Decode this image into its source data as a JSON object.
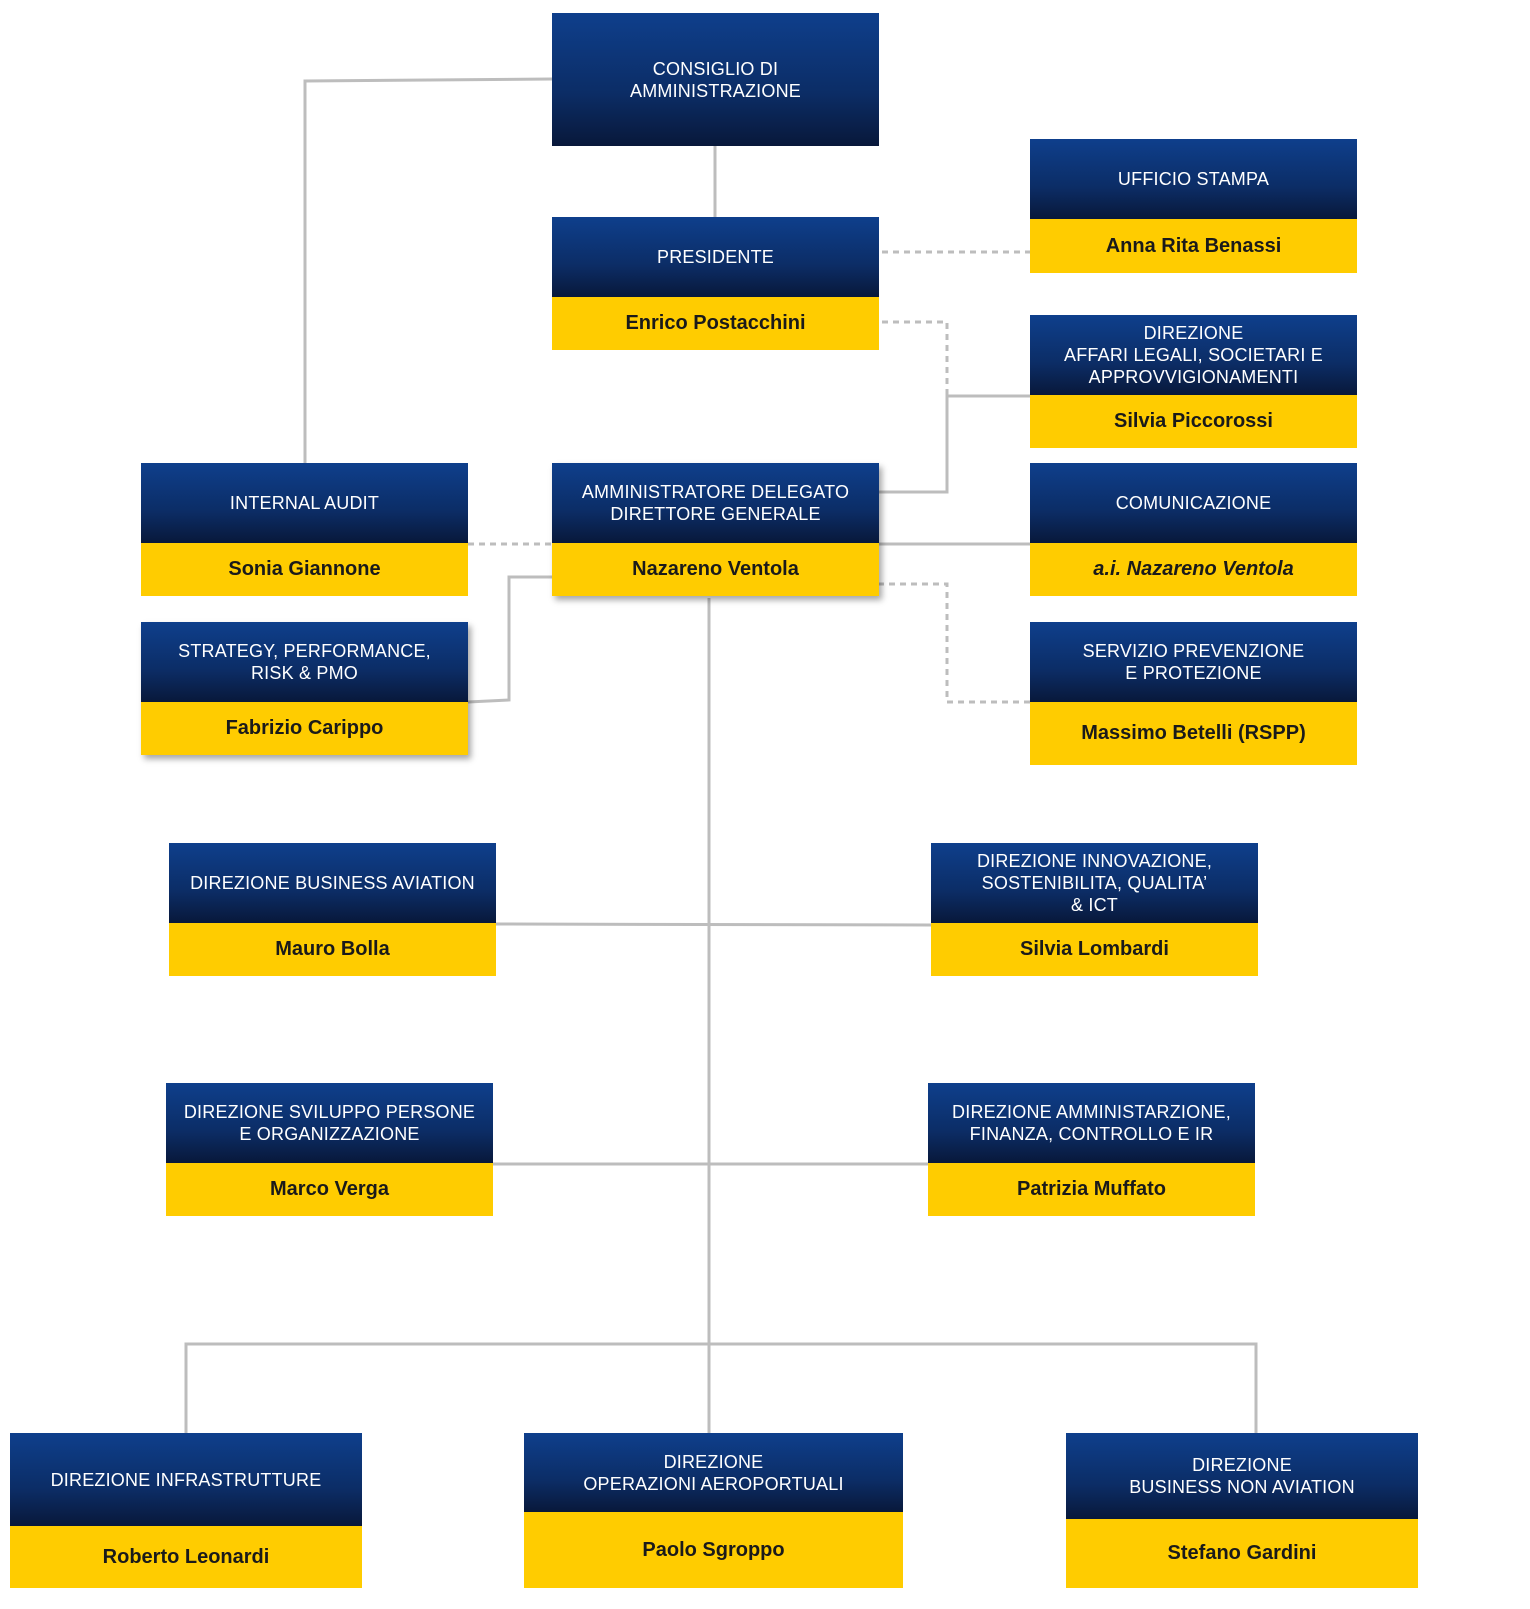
{
  "colors": {
    "title_bg": "#0c2d66",
    "name_bg": "#ffcc00",
    "line": "#bdbdbd"
  },
  "nodes": {
    "cda": {
      "title": "CONSIGLIO DI\nAMMINISTRAZIONE"
    },
    "presidente": {
      "title": "PRESIDENTE",
      "name": "Enrico Postacchini"
    },
    "ufficio_stampa": {
      "title": "UFFICIO STAMPA",
      "name": "Anna Rita Benassi"
    },
    "affari_legali": {
      "title": "DIREZIONE\nAFFARI LEGALI, SOCIETARI E\nAPPROVVIGIONAMENTI",
      "name": "Silvia Piccorossi"
    },
    "internal_audit": {
      "title": "INTERNAL AUDIT",
      "name": "Sonia Giannone"
    },
    "ad_dg": {
      "title": "AMMINISTRATORE DELEGATO\nDIRETTORE GENERALE",
      "name": "Nazareno Ventola"
    },
    "comunicazione": {
      "title": "COMUNICAZIONE",
      "name": "a.i. Nazareno Ventola"
    },
    "strategy": {
      "title": "STRATEGY, PERFORMANCE,\nRISK & PMO",
      "name": "Fabrizio Carippo"
    },
    "spp": {
      "title": "SERVIZIO PREVENZIONE\nE PROTEZIONE",
      "name": "Massimo Betelli (RSPP)"
    },
    "business_aviation": {
      "title": "DIREZIONE BUSINESS AVIATION",
      "name": "Mauro Bolla"
    },
    "innovazione": {
      "title": "DIREZIONE INNOVAZIONE,\nSOSTENIBILITA, QUALITA’\n& ICT",
      "name": "Silvia Lombardi"
    },
    "sviluppo_persone": {
      "title": "DIREZIONE SVILUPPO PERSONE\nE ORGANIZZAZIONE",
      "name": "Marco Verga"
    },
    "amministrazione": {
      "title": "DIREZIONE AMMINISTARZIONE,\nFINANZA, CONTROLLO E IR",
      "name": "Patrizia Muffato"
    },
    "infrastrutture": {
      "title": "DIREZIONE INFRASTRUTTURE",
      "name": "Roberto Leonardi"
    },
    "operazioni": {
      "title": "DIREZIONE\nOPERAZIONI AEROPORTUALI",
      "name": "Paolo Sgroppo"
    },
    "non_aviation": {
      "title": "DIREZIONE\nBUSINESS NON AVIATION",
      "name": "Stefano Gardini"
    }
  }
}
